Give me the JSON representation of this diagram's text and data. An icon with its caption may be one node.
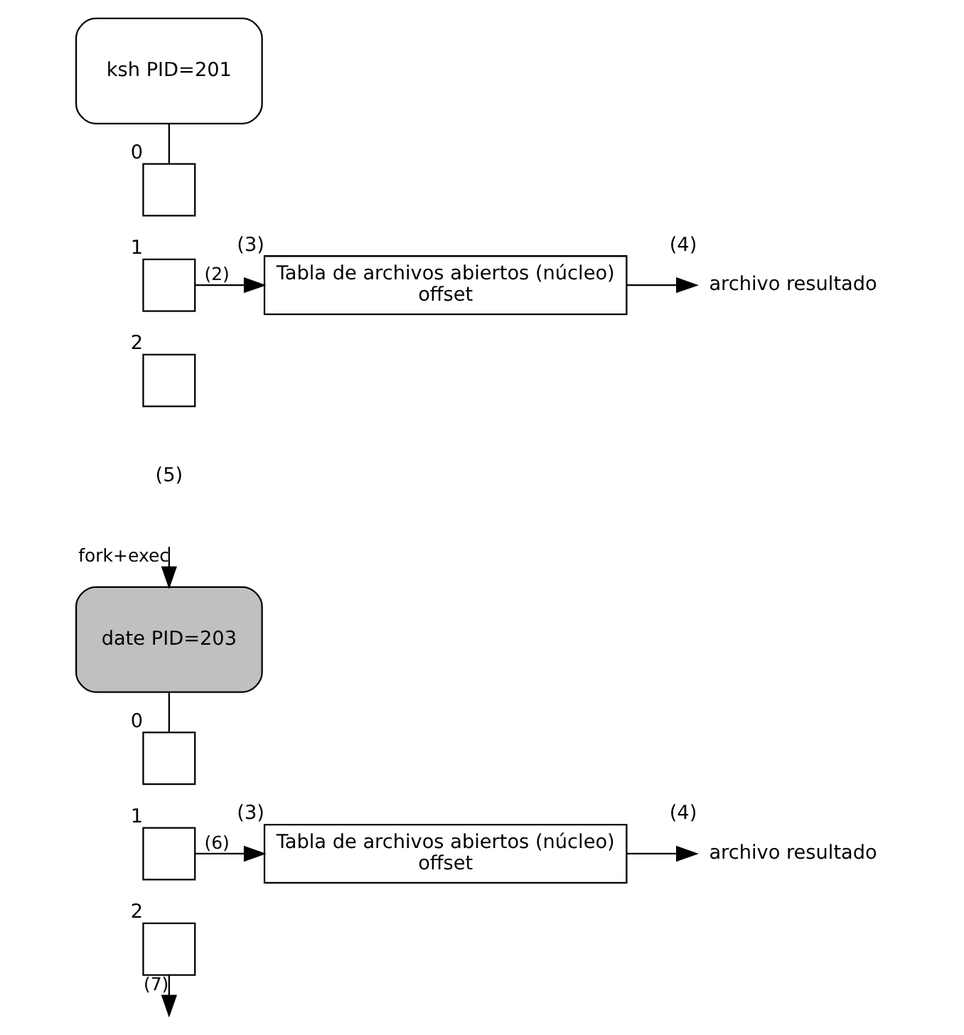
{
  "diagram": {
    "nodes": [
      {
        "text": [
          "ksh PID=201"
        ]
      },
      {
        "text": [],
        "shape": "box",
        "beside": [
          "0"
        ]
      },
      {
        "text": [],
        "shape": "box",
        "beside": [
          "1"
        ]
      },
      {
        "text": [],
        "shape": "box",
        "beside": [
          "2"
        ]
      },
      {
        "text": [
          "Tabla de archivos abiertos (núcleo)",
          "offset"
        ],
        "beside": [
          "(3)"
        ]
      },
      {
        "text": [
          "archivo resultado"
        ],
        "beside": [
          "(4)"
        ]
      },
      {
        "text": [
          "date PID=203"
        ]
      },
      {
        "text": [],
        "shape": "box",
        "beside": [
          "0"
        ]
      },
      {
        "text": [],
        "shape": "box",
        "beside": [
          "1"
        ]
      },
      {
        "text": [],
        "shape": "box",
        "beside": [
          "2"
        ]
      },
      {
        "text": [
          "Tabla de archivos abiertos (núcleo)",
          "offset"
        ],
        "beside": [
          "(3)"
        ]
      },
      {
        "text": [
          "archivo resultado"
        ],
        "beside": [
          "(4)"
        ]
      }
    ],
    "edges": [
      {
        "from": 0,
        "to": 1,
        "arrow": "none"
      },
      {
        "from": 2,
        "to": 4,
        "arrow": "to",
        "label": "(2)"
      },
      {
        "from": 4,
        "to": 5,
        "arrow": "to"
      },
      {
        "from": null,
        "to": 6,
        "arrow": "to",
        "label": "fork+exec"
      },
      {
        "from": 6,
        "to": 7,
        "arrow": "none"
      },
      {
        "from": 8,
        "to": 10,
        "arrow": "to",
        "label": "(6)"
      },
      {
        "from": 10,
        "to": 11,
        "arrow": "to"
      },
      {
        "from": 9,
        "to": null,
        "arrow": "to",
        "label": "(7)"
      }
    ],
    "labels": [
      "(5)"
    ]
  }
}
